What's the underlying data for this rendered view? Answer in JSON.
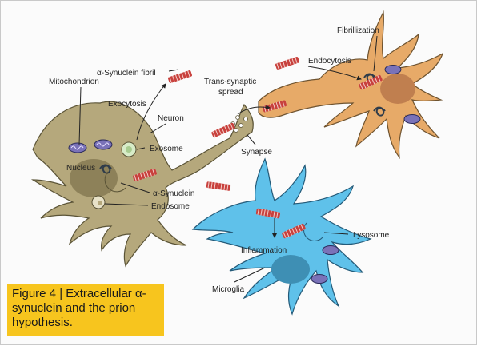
{
  "labels": {
    "mitochondrion": "Mitochondrion",
    "fibril": "α-Synuclein fibril",
    "exocytosis": "Exocytosis",
    "neuron": "Neuron",
    "exosome": "Exosome",
    "nucleus": "Nucleus",
    "asyn": "α-Synuclein",
    "endosome": "Endosome",
    "trans_line1": "Trans-synaptic",
    "trans_line2": "spread",
    "synapse": "Synapse",
    "fibrillization": "Fibrillization",
    "endocytosis": "Endocytosis",
    "lysosome": "Lysosome",
    "inflammation": "Inflammation",
    "microglia": "Microglia"
  },
  "caption": {
    "text": "Figure 4 | Extracellular α-synuclein and the prion hypothesis."
  },
  "colors": {
    "neuron_fill": "#b5a87c",
    "recipient_fill": "#e7aa68",
    "microglia_fill": "#5fc1ea",
    "fibril_red": "#c8413d",
    "caption_bg": "#f7c51e"
  }
}
